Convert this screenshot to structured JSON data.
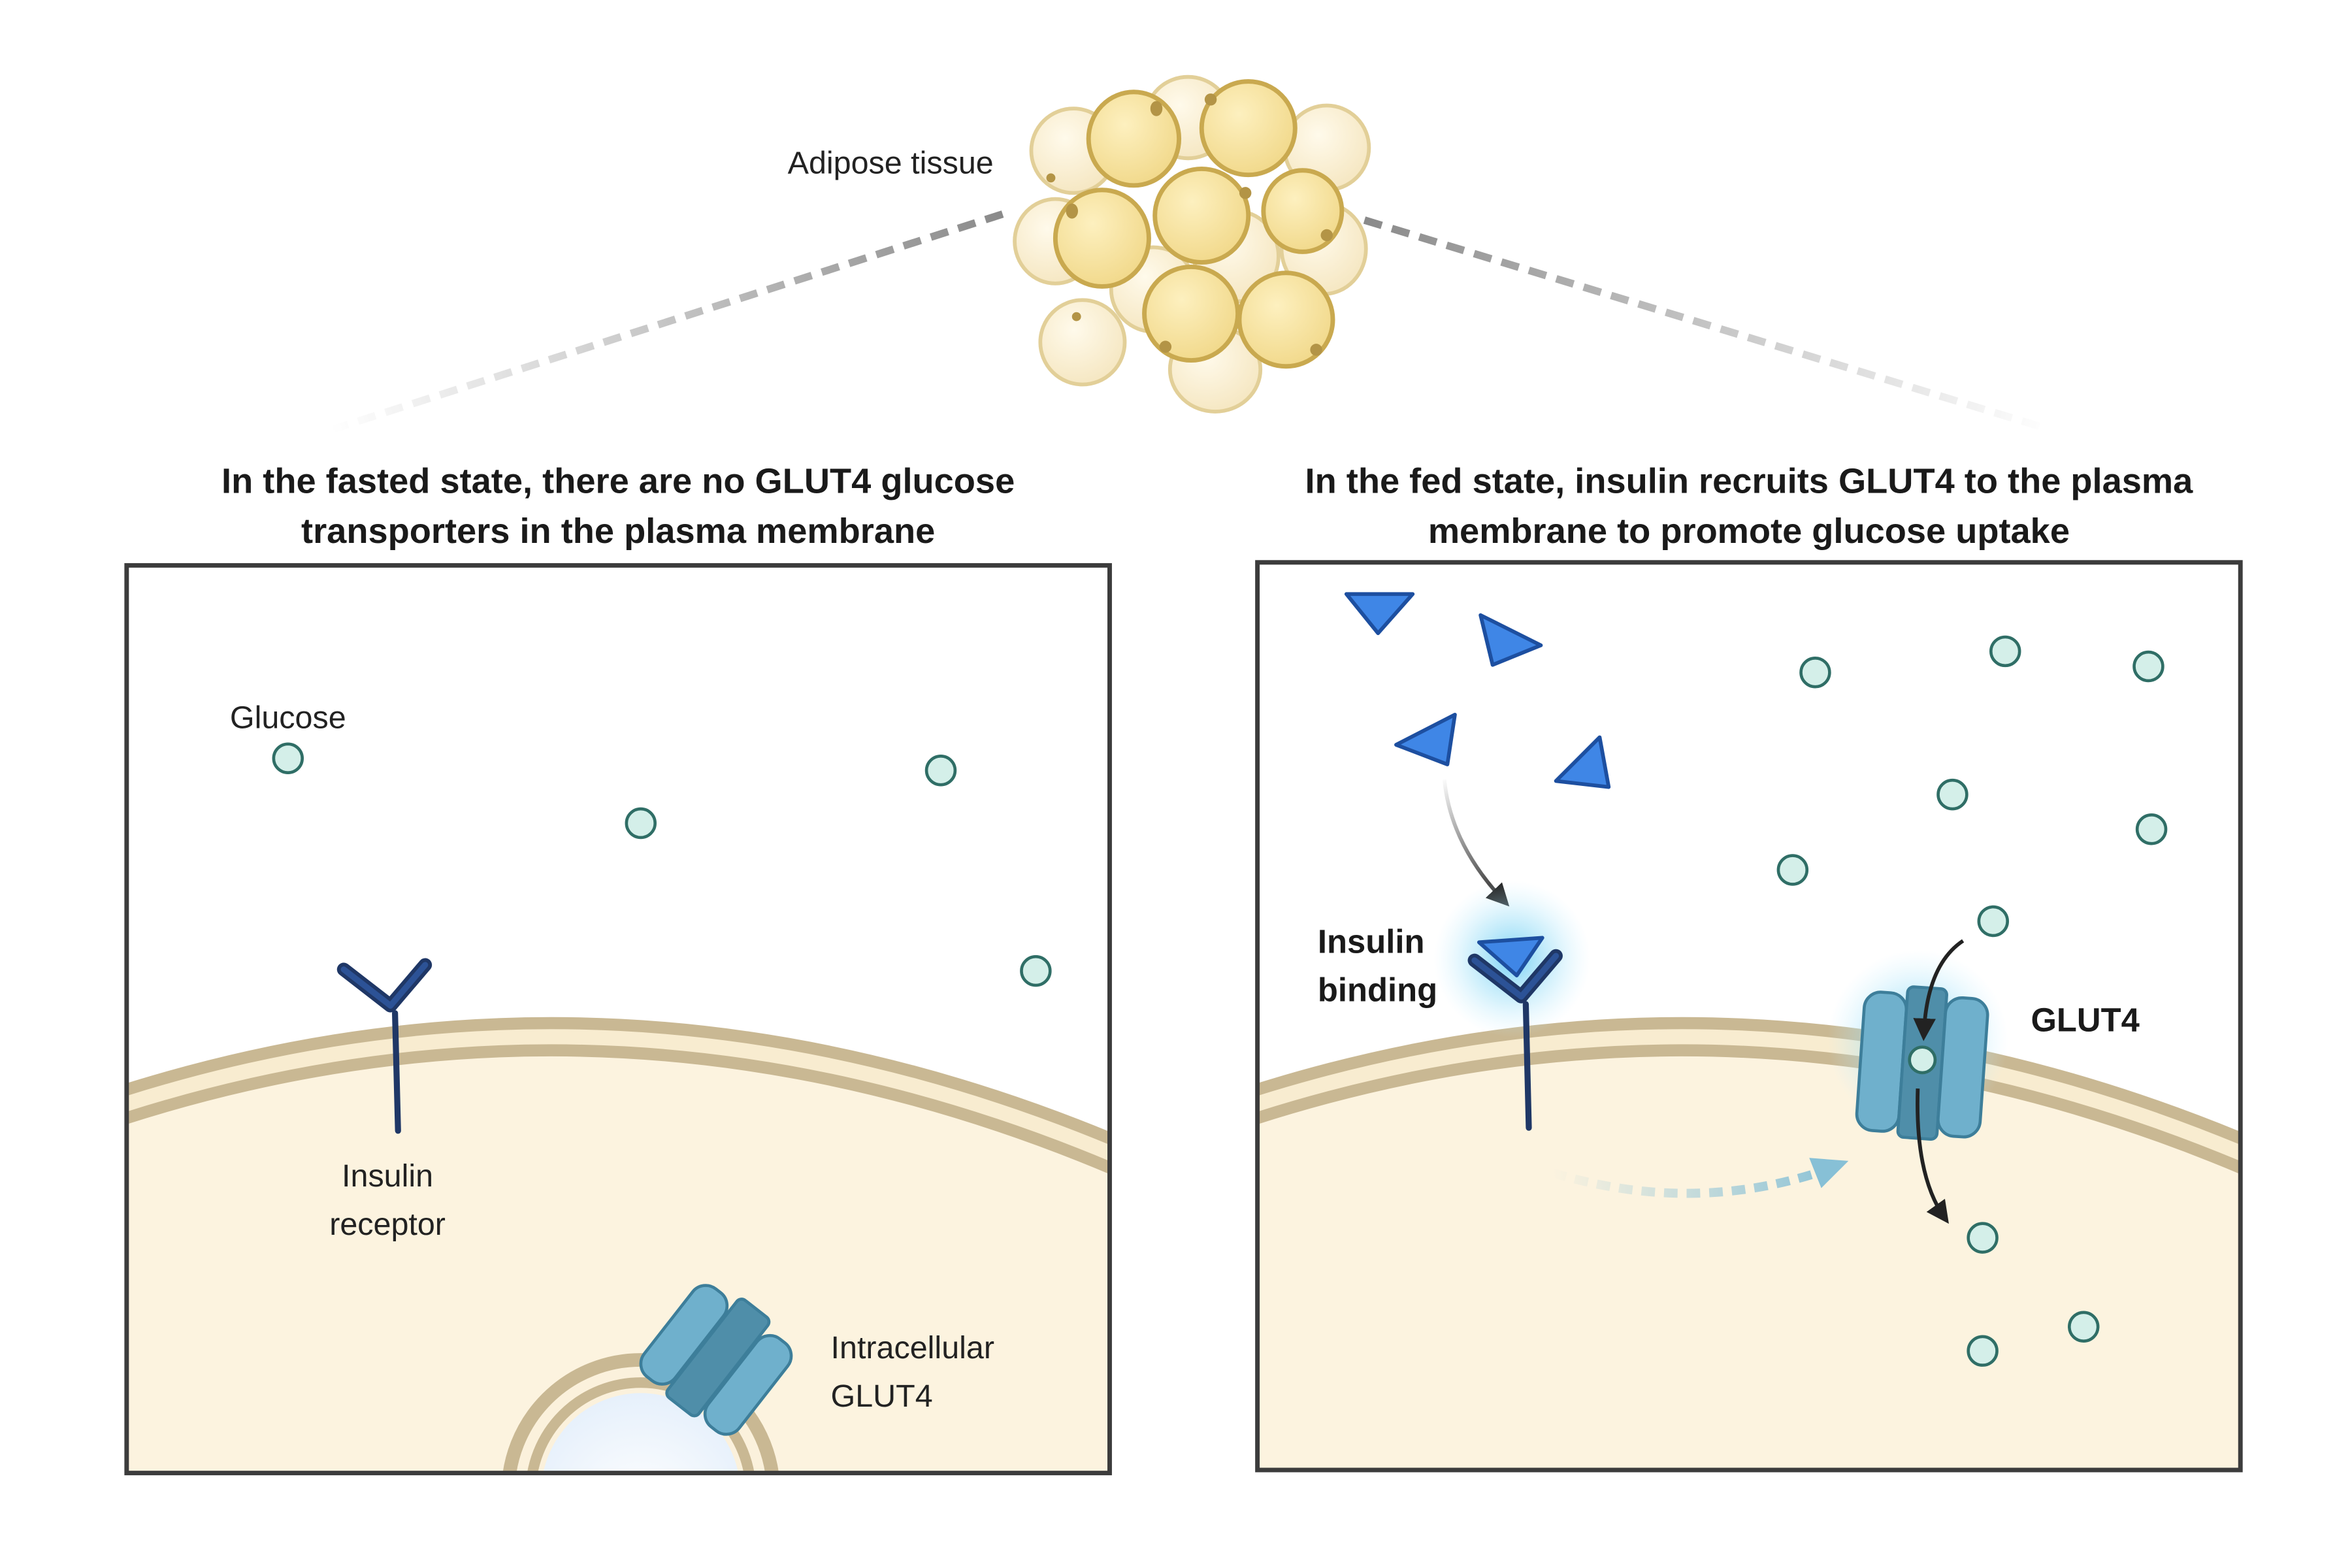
{
  "header": {
    "adipose_label": "Adipose tissue"
  },
  "left_panel": {
    "title_line1": "In the fasted state, there are no GLUT4 glucose",
    "title_line2": "transporters in the plasma membrane",
    "glucose_label": "Glucose",
    "receptor_label_line1": "Insulin",
    "receptor_label_line2": "receptor",
    "glut4_label_line1": "Intracellular",
    "glut4_label_line2": "GLUT4"
  },
  "right_panel": {
    "title_line1": "In the fed state, insulin recruits GLUT4 to the plasma",
    "title_line2": "membrane to promote glucose uptake",
    "binding_label_line1": "Insulin",
    "binding_label_line2": "binding",
    "glut4_label": "GLUT4"
  },
  "colors": {
    "cytoplasm": "#fcf3df",
    "membrane": "#c9b893",
    "glucose_fill": "#d4efe9",
    "glucose_stroke": "#2f6e66",
    "insulin": "#3f86e6",
    "receptor": "#1f3766",
    "glut4": "#5a9fbe",
    "adipocyte": "#f7e3a4"
  }
}
